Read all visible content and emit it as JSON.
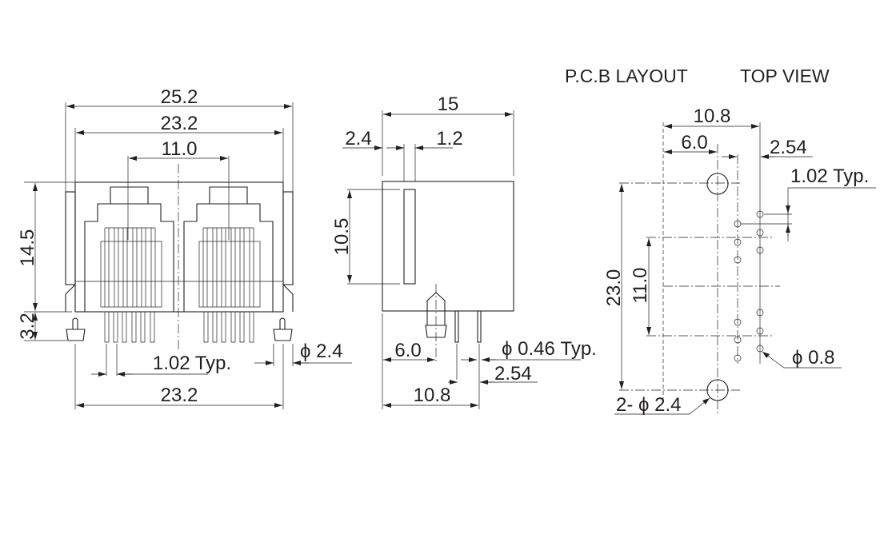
{
  "front_view": {
    "overall_width": "25.2",
    "body_width": "23.2",
    "port_pitch": "11.0",
    "height": "14.5",
    "post_height": "3.2",
    "pin_pitch": "1.02 Typ.",
    "post_diameter": "ϕ 2.4",
    "pin_span": "23.2"
  },
  "side_view": {
    "depth": "15",
    "offset_a": "2.4",
    "offset_b": "1.2",
    "window_height": "10.5",
    "peg_offset": "6.0",
    "pin_diameter": "ϕ 0.46 Typ.",
    "row_pitch": "2.54",
    "pin_offset": "10.8"
  },
  "pcb_layout": {
    "title": "P.C.B LAYOUT",
    "subtitle": "TOP VIEW",
    "width": "10.8",
    "peg_offset": "6.0",
    "row_pitch": "2.54",
    "pin_pitch": "1.02 Typ.",
    "peg_spacing": "23.0",
    "port_pitch": "11.0",
    "hole_diameter": "ϕ 0.8",
    "peg_holes": "2- ϕ 2.4"
  }
}
